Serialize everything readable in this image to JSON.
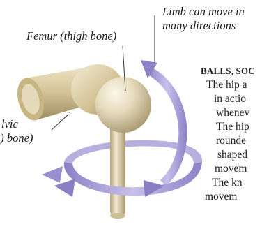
{
  "labels": {
    "limb_line1": "Limb can move in",
    "limb_line2": "many directions",
    "femur": "Femur (thigh bone)",
    "pelvic_line1": "lvic",
    "pelvic_line2": "p) bone)"
  },
  "text": {
    "heading": "BALLS, SOC",
    "lines": [
      "The hip a",
      "in actio",
      "whenev",
      "The hip",
      "rounde",
      "shaped",
      "movem",
      "The kn",
      "movem"
    ]
  },
  "colors": {
    "arrow": "#9a8fce",
    "bone": "#d6c79c",
    "bone_highlight": "#f6efd9"
  }
}
